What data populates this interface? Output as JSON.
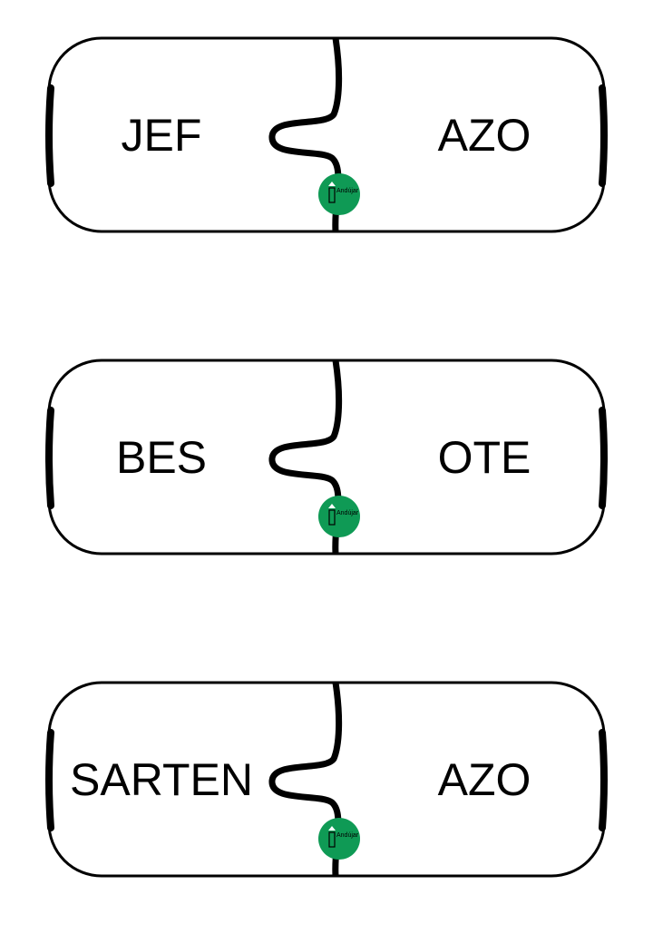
{
  "pieces": [
    {
      "left": "JEF",
      "right": "AZO"
    },
    {
      "left": "BES",
      "right": "OTE"
    },
    {
      "left": "SARTEN",
      "right": "AZO"
    }
  ],
  "logo": {
    "text": "Andújar",
    "color": "#0f9a55"
  }
}
